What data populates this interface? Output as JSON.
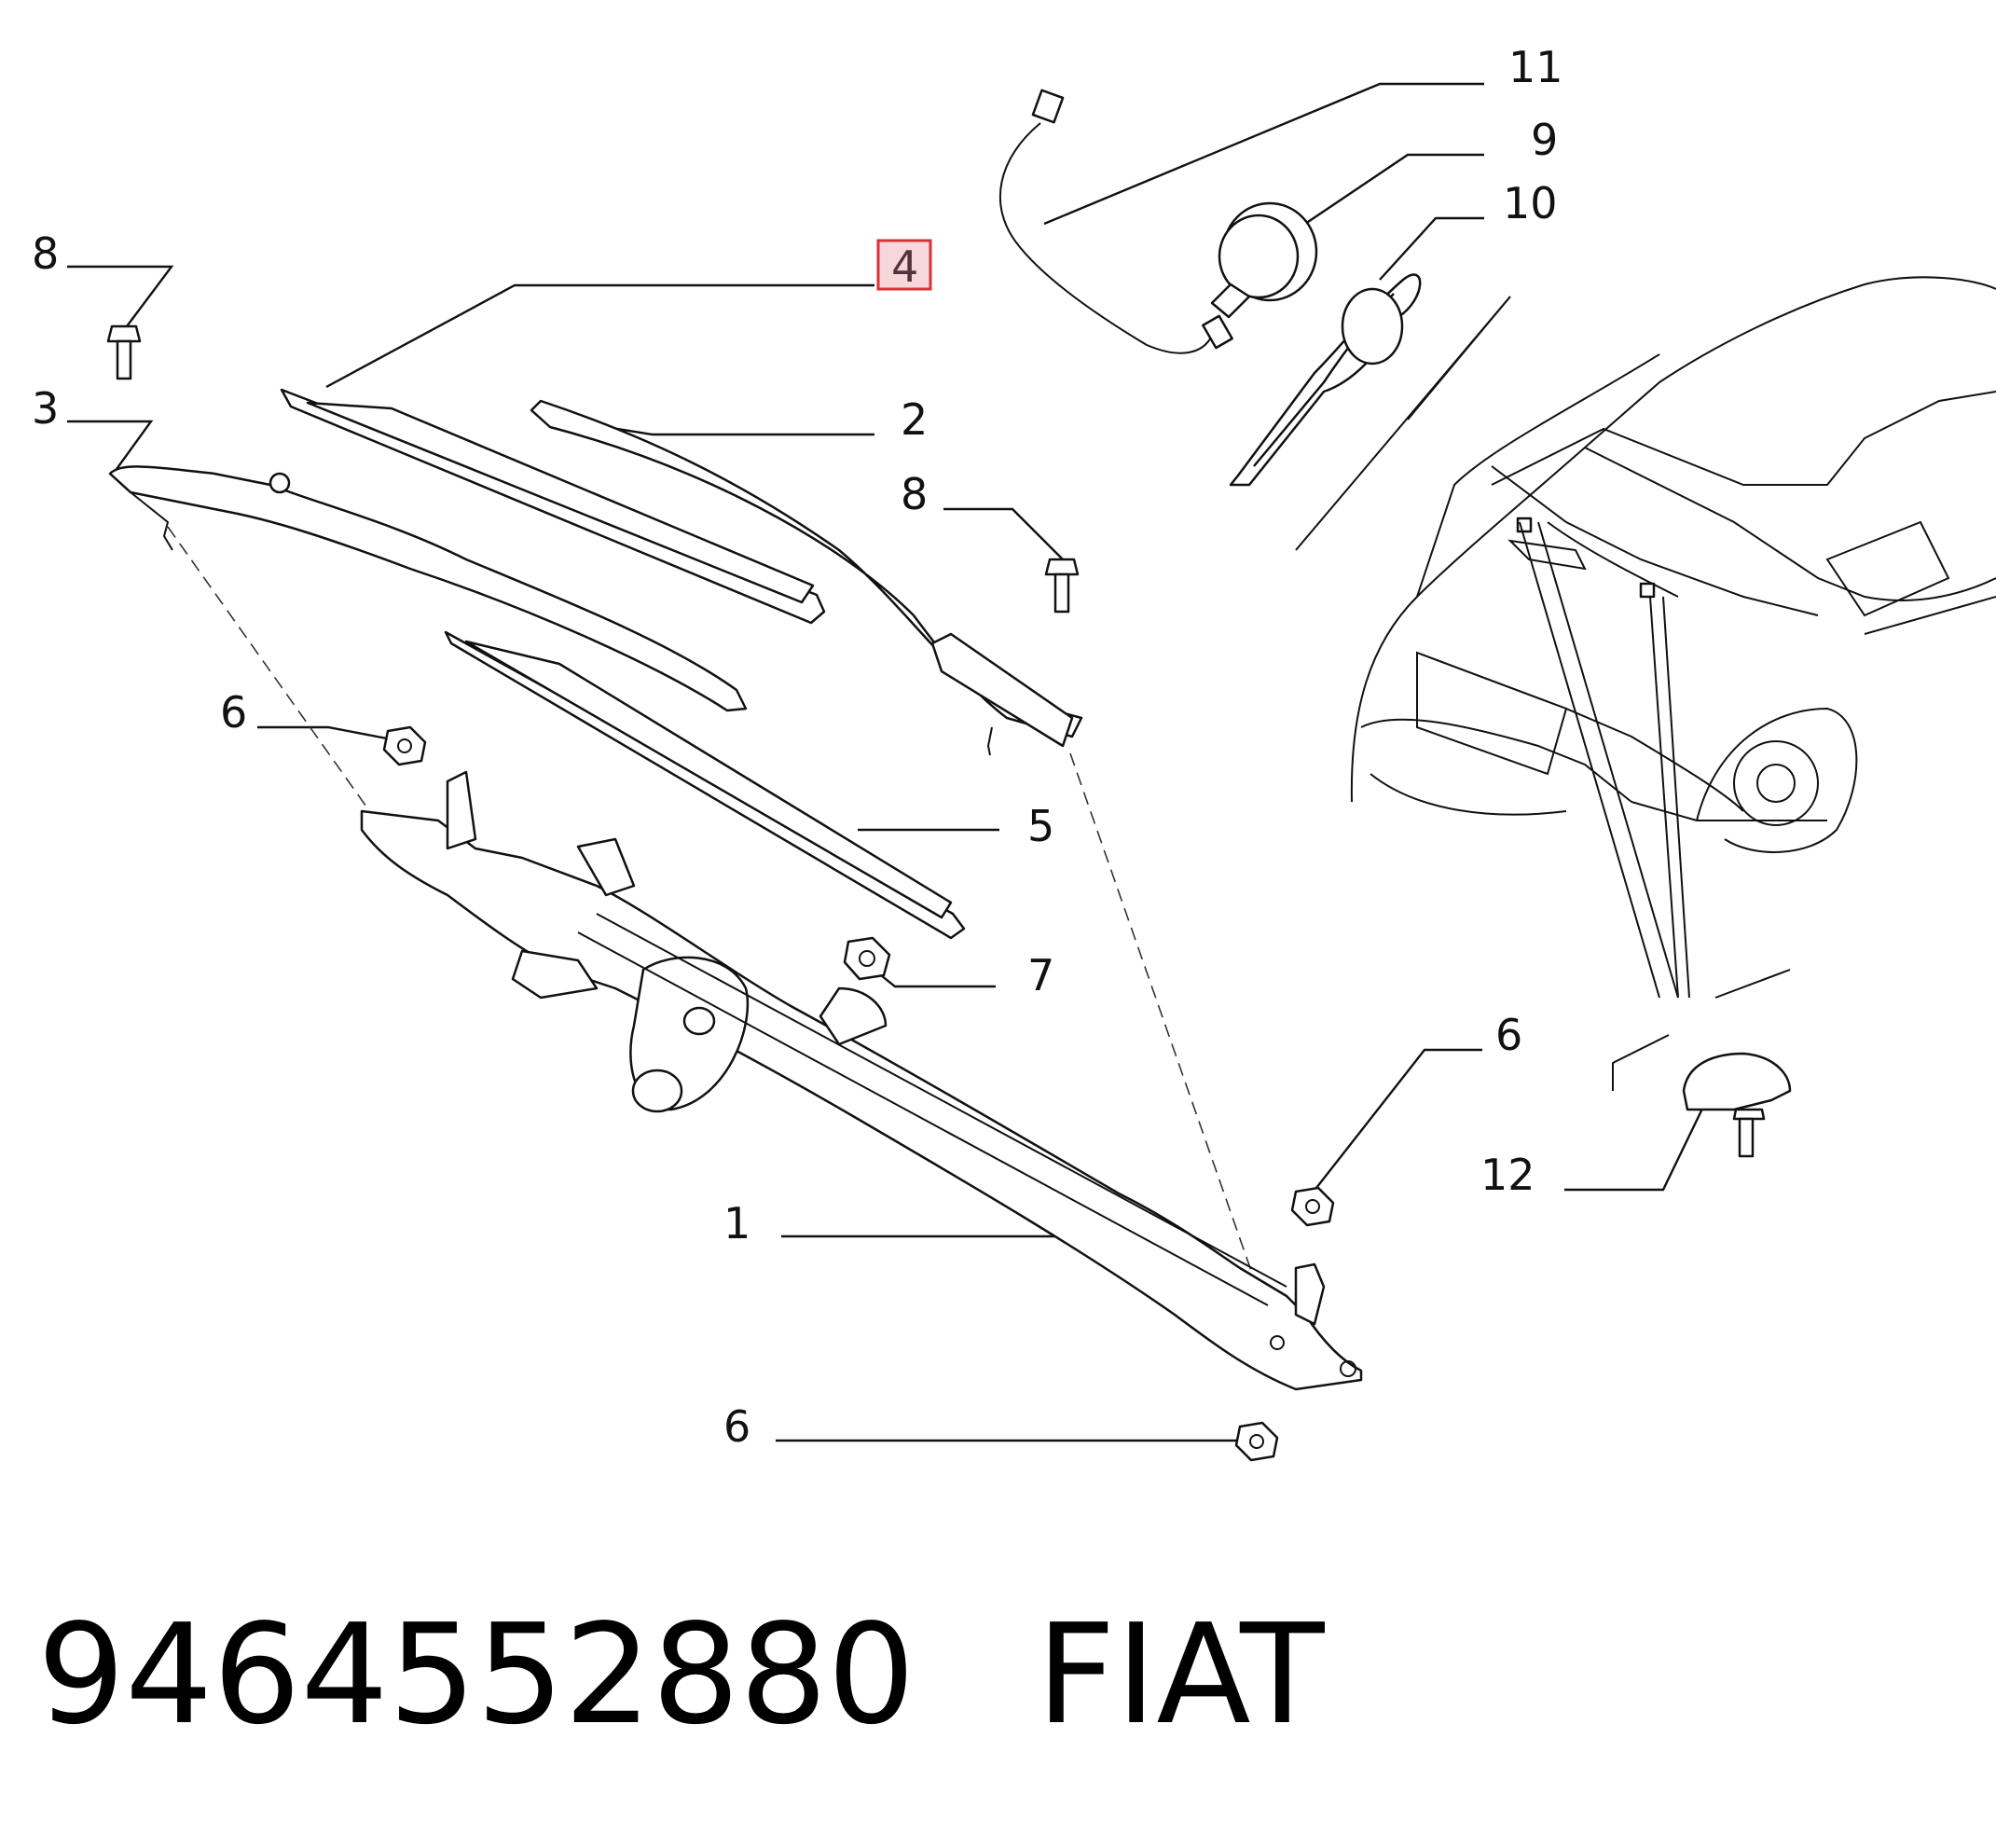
{
  "diagram": {
    "callouts": {
      "c1": "1",
      "c2": "2",
      "c3": "3",
      "c4": "4",
      "c5": "5",
      "c6a": "6",
      "c6b": "6",
      "c6c": "6",
      "c7": "7",
      "c8a": "8",
      "c8b": "8",
      "c9": "9",
      "c10": "10",
      "c11": "11",
      "c12": "12"
    },
    "highlight_color": "#d9303a"
  },
  "footer": {
    "part_number": "9464552880",
    "brand": "FIAT"
  }
}
